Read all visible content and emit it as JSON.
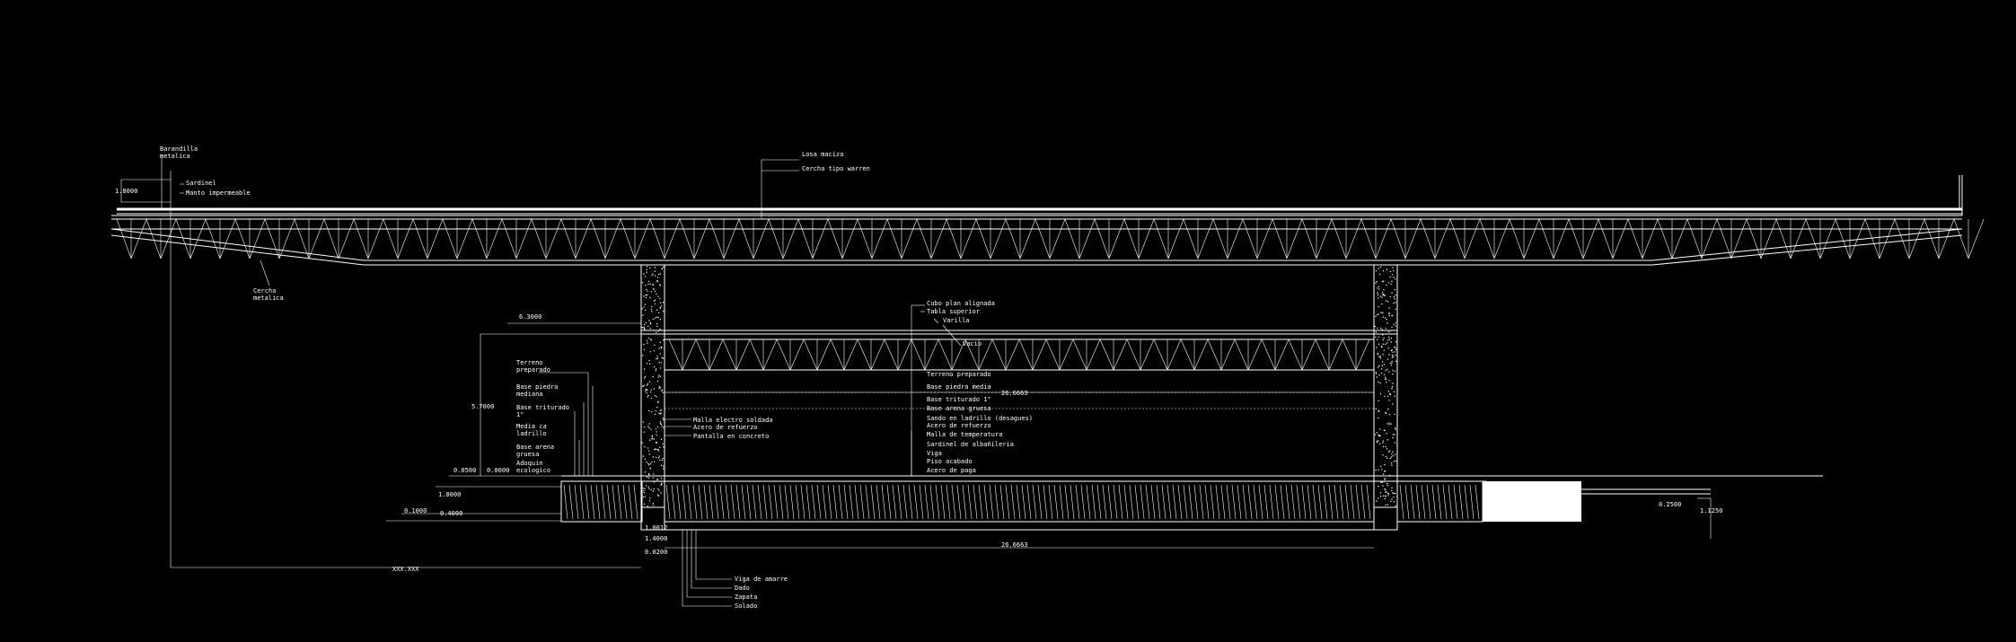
{
  "colors": {
    "background": "#000000",
    "lines": "#ffffff"
  },
  "left_labels": {
    "barandilla": [
      "Barandilla",
      "metalica"
    ],
    "sardinel": "Sardinel",
    "manto": "Manto impermeable",
    "cercha": [
      "Cercha",
      "metalica"
    ],
    "terreno": [
      "Terreno",
      "preparado"
    ],
    "base_piedra": [
      "Base piedra",
      "mediana"
    ],
    "base_triturado": [
      "Base triturado",
      "1\""
    ],
    "media_cana": [
      "Media ca",
      "ladrillo"
    ],
    "base_arena": [
      "Base arena",
      "gruesa"
    ],
    "adoquin": [
      "Adoquin",
      "ecologico"
    ]
  },
  "top_labels": {
    "losa": "Losa maciza",
    "cercha_tipo": "Cercha tipo warren"
  },
  "middle_labels": [
    "Malla electro soldada",
    "Acero de refuerzo",
    "Pantalla en concreto"
  ],
  "right_callouts": [
    "Cubo plan alignada",
    "Tabla superior",
    "Varilla",
    "Vacio",
    "Terreno preparado",
    "Base piedra media",
    "Base triturado 1\"",
    "Base arena gruesa",
    "Sando en ladrillo (desagues)",
    "Acero de refuerzo",
    "Malla de temperatura",
    "Sardinel de albañileria",
    "Viga",
    "Piso acabado",
    "Acero de paga"
  ],
  "bottom_labels": [
    "Viga de amarre",
    "Dado",
    "Zapata",
    "Solado"
  ],
  "dimensions": {
    "top_left_height": "1.8000",
    "level_top": "6.3000",
    "pier_height": "5.7000",
    "span_top": "26.6663",
    "span_bottom": "26.6663",
    "left_total": "XXX.XXX",
    "d1": "0.0500",
    "d2": "0.0000",
    "d3": "1.8000",
    "d4": "0.1000",
    "d5": "0.4000",
    "d6": "1.0012",
    "d7": "1.4000",
    "d8": "0.0200",
    "right_d1": "0.2500",
    "right_d2": "1.1250"
  }
}
